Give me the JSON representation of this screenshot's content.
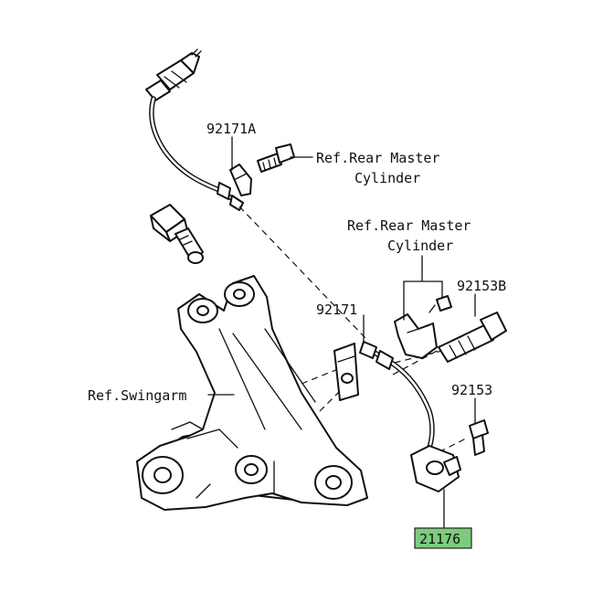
{
  "labels": {
    "p92171a": "92171A",
    "ref_rear_master_1_line1": "Ref.Rear Master",
    "ref_rear_master_1_line2": "Cylinder",
    "ref_rear_master_2_line1": "Ref.Rear Master",
    "ref_rear_master_2_line2": "Cylinder",
    "p92153b": "92153B",
    "p92171": "92171",
    "ref_swingarm": "Ref.Swingarm",
    "p92153": "92153",
    "p21176": "21176"
  },
  "colors": {
    "line": "#111111",
    "background": "#ffffff",
    "highlight_fill": "#7ecb7e",
    "highlight_border": "#222222"
  }
}
